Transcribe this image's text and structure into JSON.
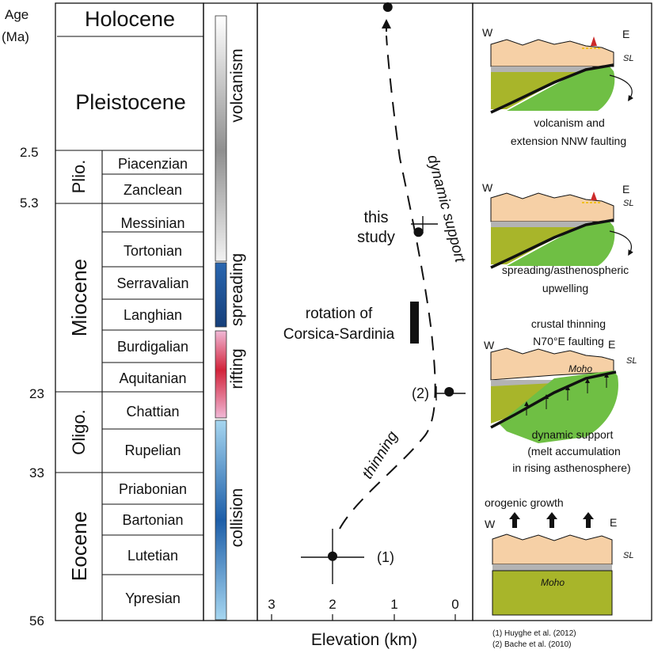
{
  "age_axis": {
    "title_line1": "Age",
    "title_line2": "(Ma)",
    "ticks": [
      "2.5",
      "5.3",
      "23",
      "33",
      "56"
    ]
  },
  "epochs": [
    "Holocene",
    "Pleistocene",
    "Plio.",
    "Miocene",
    "Oligo.",
    "Eocene"
  ],
  "stages": [
    "Piacenzian",
    "Zanclean",
    "Messinian",
    "Tortonian",
    "Serravalian",
    "Langhian",
    "Burdigalian",
    "Aquitanian",
    "Chattian",
    "Rupelian",
    "Priabonian",
    "Bartonian",
    "Lutetian",
    "Ypresian"
  ],
  "tectonic_phases": [
    "volcanism",
    "spreading",
    "rifting",
    "collision"
  ],
  "plot": {
    "xlabel": "Elevation (km)",
    "x_ticks": [
      "3",
      "2",
      "1",
      "0"
    ],
    "point_labels": [
      "this",
      "study",
      "(2)",
      "(1)"
    ],
    "curve_labels": [
      "dynamic support",
      "thinning"
    ],
    "rotation_label_line1": "rotation of",
    "rotation_label_line2": "Corsica-Sardinia"
  },
  "chart_data": {
    "type": "scatter",
    "xlabel": "Elevation (km)",
    "ylabel": "Age (Ma)",
    "xlim": [
      3.2,
      -0.15
    ],
    "points": [
      {
        "label": "(1)",
        "elevation_km": 2.0,
        "age_ma": 46
      },
      {
        "label": "(2)",
        "elevation_km": 0.1,
        "age_ma": 23
      },
      {
        "label": "this study",
        "elevation_km": 0.6,
        "age_ma": 8
      },
      {
        "label": "",
        "elevation_km": 1.1,
        "age_ma": 0
      }
    ]
  },
  "cross_sections": [
    {
      "W": "W",
      "E": "E",
      "sl": "SL",
      "caption1": "volcanism and",
      "caption2": "extension NNW faulting"
    },
    {
      "W": "W",
      "E": "E",
      "sl": "SL",
      "caption1": "spreading/asthenospheric",
      "caption2": "upwelling"
    },
    {
      "W": "W",
      "E": "E",
      "sl": "SL",
      "moho": "Moho",
      "top1": "crustal thinning",
      "top2": "N70°E faulting",
      "caption1": "dynamic support",
      "caption2": "(melt accumulation",
      "caption3": "in rising asthenosphere)"
    },
    {
      "W": "W",
      "E": "E",
      "sl": "SL",
      "moho": "Moho",
      "top1": "orogenic growth"
    }
  ],
  "references": [
    "(1) Huyghe et al. (2012)",
    "(2) Bache et al. (2010)"
  ],
  "colors": {
    "crust": "#f6d0a6",
    "mantle_olive": "#a8b52a",
    "asthenosphere": "#6fbf44",
    "spreading_bar": "#1f5fa8",
    "rifting_bar": "#e7a0c7",
    "collision_bar": "#6fb3e0"
  }
}
